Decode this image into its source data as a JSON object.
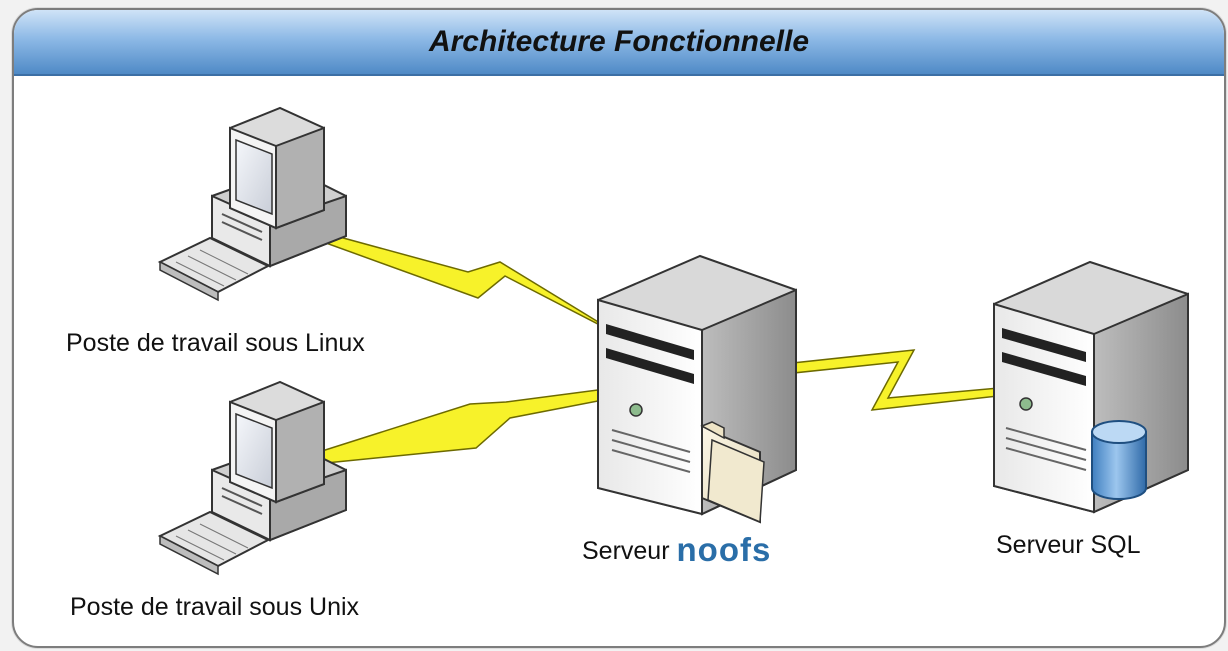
{
  "title": "Architecture Fonctionnelle",
  "nodes": {
    "linux_workstation": {
      "label": "Poste de travail sous Linux",
      "icon": "workstation-icon"
    },
    "unix_workstation": {
      "label": "Poste de travail sous Unix",
      "icon": "workstation-icon"
    },
    "noofs_server": {
      "label_prefix": "Serveur",
      "logo_text": "noofs",
      "icon": "server-icon"
    },
    "sql_server": {
      "label": "Serveur SQL",
      "icon": "server-icon"
    }
  },
  "connections": [
    {
      "from": "linux_workstation",
      "to": "noofs_server",
      "style": "lightning"
    },
    {
      "from": "unix_workstation",
      "to": "noofs_server",
      "style": "lightning"
    },
    {
      "from": "noofs_server",
      "to": "sql_server",
      "style": "lightning"
    }
  ],
  "colors": {
    "title_gradient_top": "#cfe3f7",
    "title_gradient_bottom": "#4f8ac6",
    "lightning": "#f7f22a",
    "logo": "#2a6ea8",
    "database": "#5b9bd5"
  }
}
